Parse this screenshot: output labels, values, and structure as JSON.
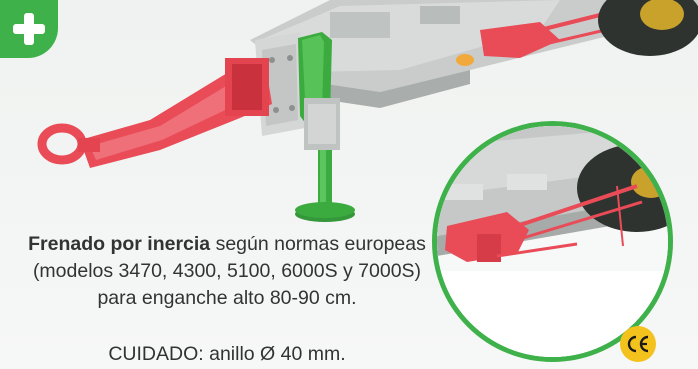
{
  "caption": {
    "lead": "Frenado por inercia",
    "body": " según normas europeas (modelos 3470, 4300, 5100, 6000S y 7000S) para enganche alto 80-90 cm."
  },
  "caution": "CUIDADO: anillo Ø 40 mm.",
  "icons": {
    "expand": "plus-icon",
    "certification": "ce-mark-icon"
  },
  "colors": {
    "accent": "#3eb14a",
    "drawbar": "#ec4a58",
    "jack": "#3cab3f",
    "ce_badge": "#f4c21c",
    "text": "#333333"
  }
}
